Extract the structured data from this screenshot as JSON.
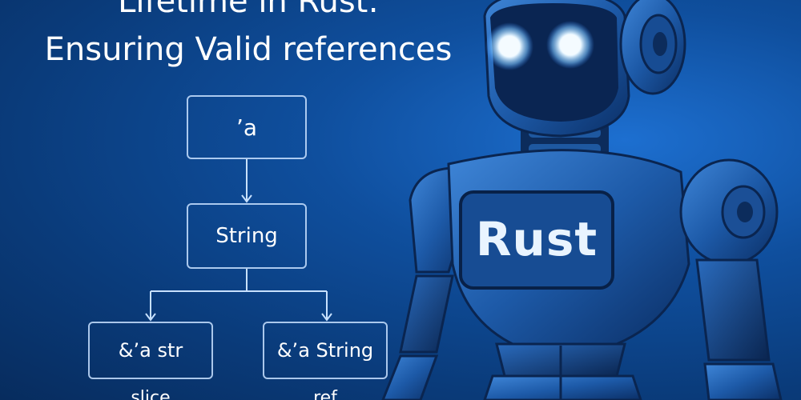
{
  "title": {
    "line1": "Lifetime in Rust:",
    "line2": "Ensuring Valid references"
  },
  "diagram": {
    "nodes": {
      "lifetime": "’a",
      "string": "String",
      "str_slice": "&’a str",
      "string_ref": "&’a String"
    },
    "sublabels": {
      "slice": "slice",
      "ref": "ref"
    }
  },
  "robot": {
    "chest_text": "Rust"
  },
  "colors": {
    "background_center": "#1d6fd0",
    "background_edge": "#072c5e",
    "node_border": "#c8e1ff",
    "robot_eyes": "#e8f6ff"
  }
}
